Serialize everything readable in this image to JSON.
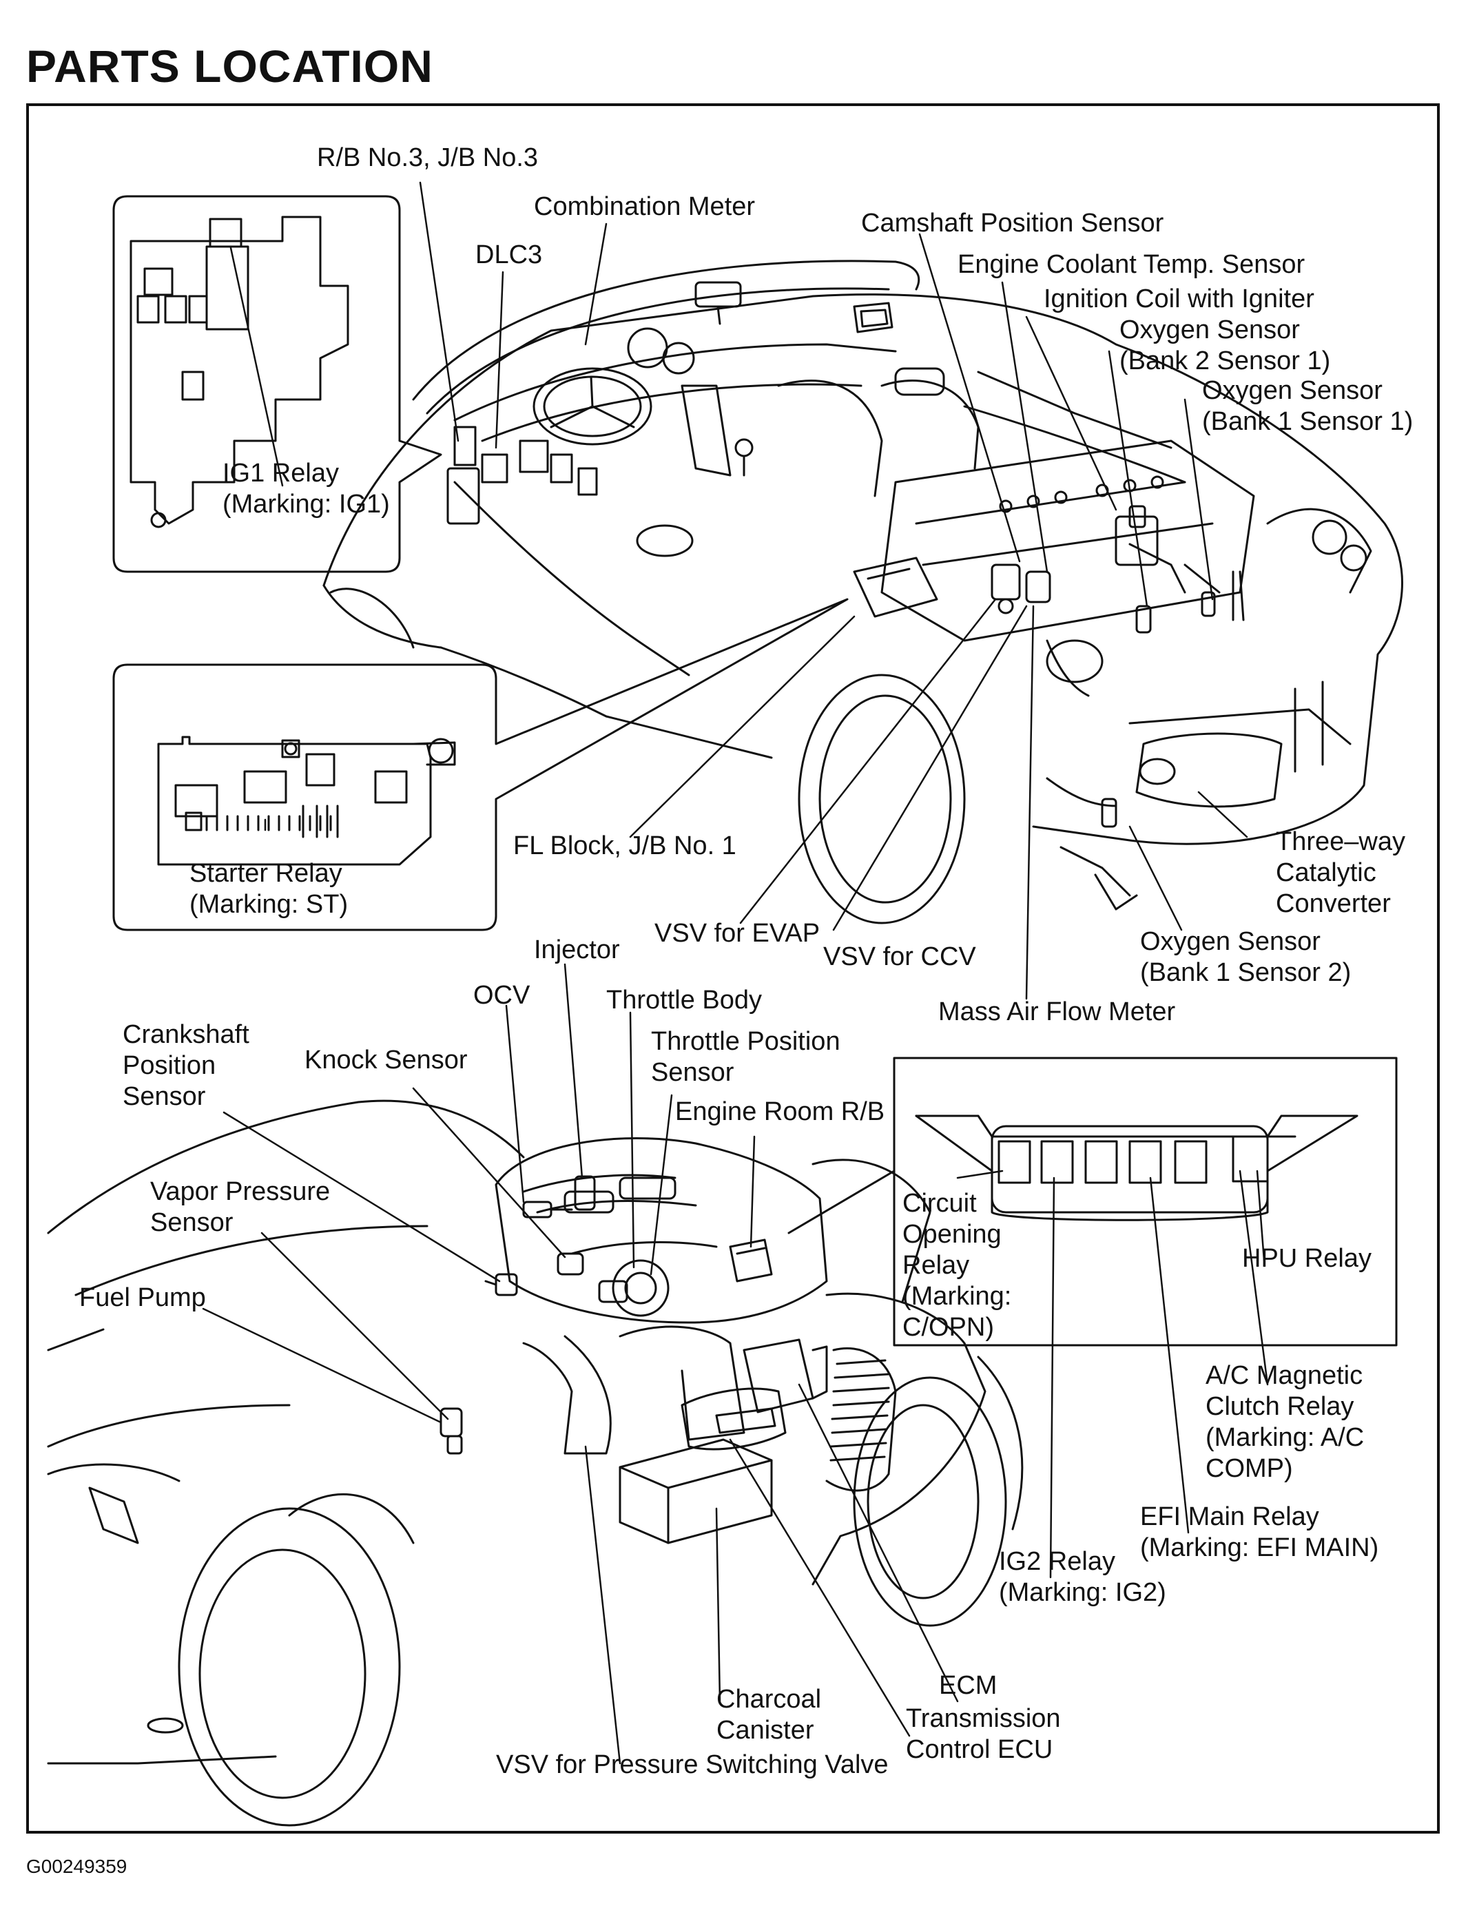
{
  "title": "PARTS LOCATION",
  "figure_id": "G00249359",
  "labels": {
    "rb_no3": "R/B No.3, J/B No.3",
    "combination_meter": "Combination Meter",
    "dlc3": "DLC3",
    "ig1_relay": "IG1 Relay\n(Marking: IG1)",
    "camshaft_position_sensor": "Camshaft Position Sensor",
    "engine_coolant_temp_sensor": "Engine Coolant Temp. Sensor",
    "ignition_coil": "Ignition Coil with Igniter",
    "oxygen_sensor_b2s1": "Oxygen Sensor\n(Bank 2 Sensor 1)",
    "oxygen_sensor_b1s1": "Oxygen Sensor\n(Bank 1 Sensor 1)",
    "starter_relay": "Starter Relay\n(Marking: ST)",
    "fl_block": "FL Block, J/B No. 1",
    "three_way_catalytic": "Three–way\nCatalytic\nConverter",
    "vsv_evap": "VSV for EVAP",
    "vsv_ccv": "VSV for CCV",
    "oxygen_sensor_b1s2": "Oxygen Sensor\n(Bank 1 Sensor 2)",
    "mass_air_flow_meter": "Mass Air Flow Meter",
    "injector": "Injector",
    "ocv": "OCV",
    "throttle_body": "Throttle Body",
    "throttle_position_sensor": "Throttle Position\nSensor",
    "crankshaft_position_sensor": "Crankshaft\nPosition\nSensor",
    "knock_sensor": "Knock Sensor",
    "engine_room_rb": "Engine Room R/B",
    "vapor_pressure_sensor": "Vapor Pressure\nSensor",
    "circuit_opening_relay": "Circuit\nOpening\nRelay\n(Marking:\nC/OPN)",
    "hpu_relay": "HPU Relay",
    "fuel_pump": "Fuel Pump",
    "ac_magnetic_clutch_relay": "A/C Magnetic\nClutch Relay\n(Marking: A/C\nCOMP)",
    "efi_main_relay": "EFI Main Relay\n(Marking: EFI MAIN)",
    "ig2_relay": "IG2 Relay\n(Marking: IG2)",
    "ecm": "ECM",
    "charcoal_canister": "Charcoal\nCanister",
    "transmission_control_ecu": "Transmission\nControl ECU",
    "vsv_pressure_switching": "VSV for Pressure Switching Valve"
  }
}
